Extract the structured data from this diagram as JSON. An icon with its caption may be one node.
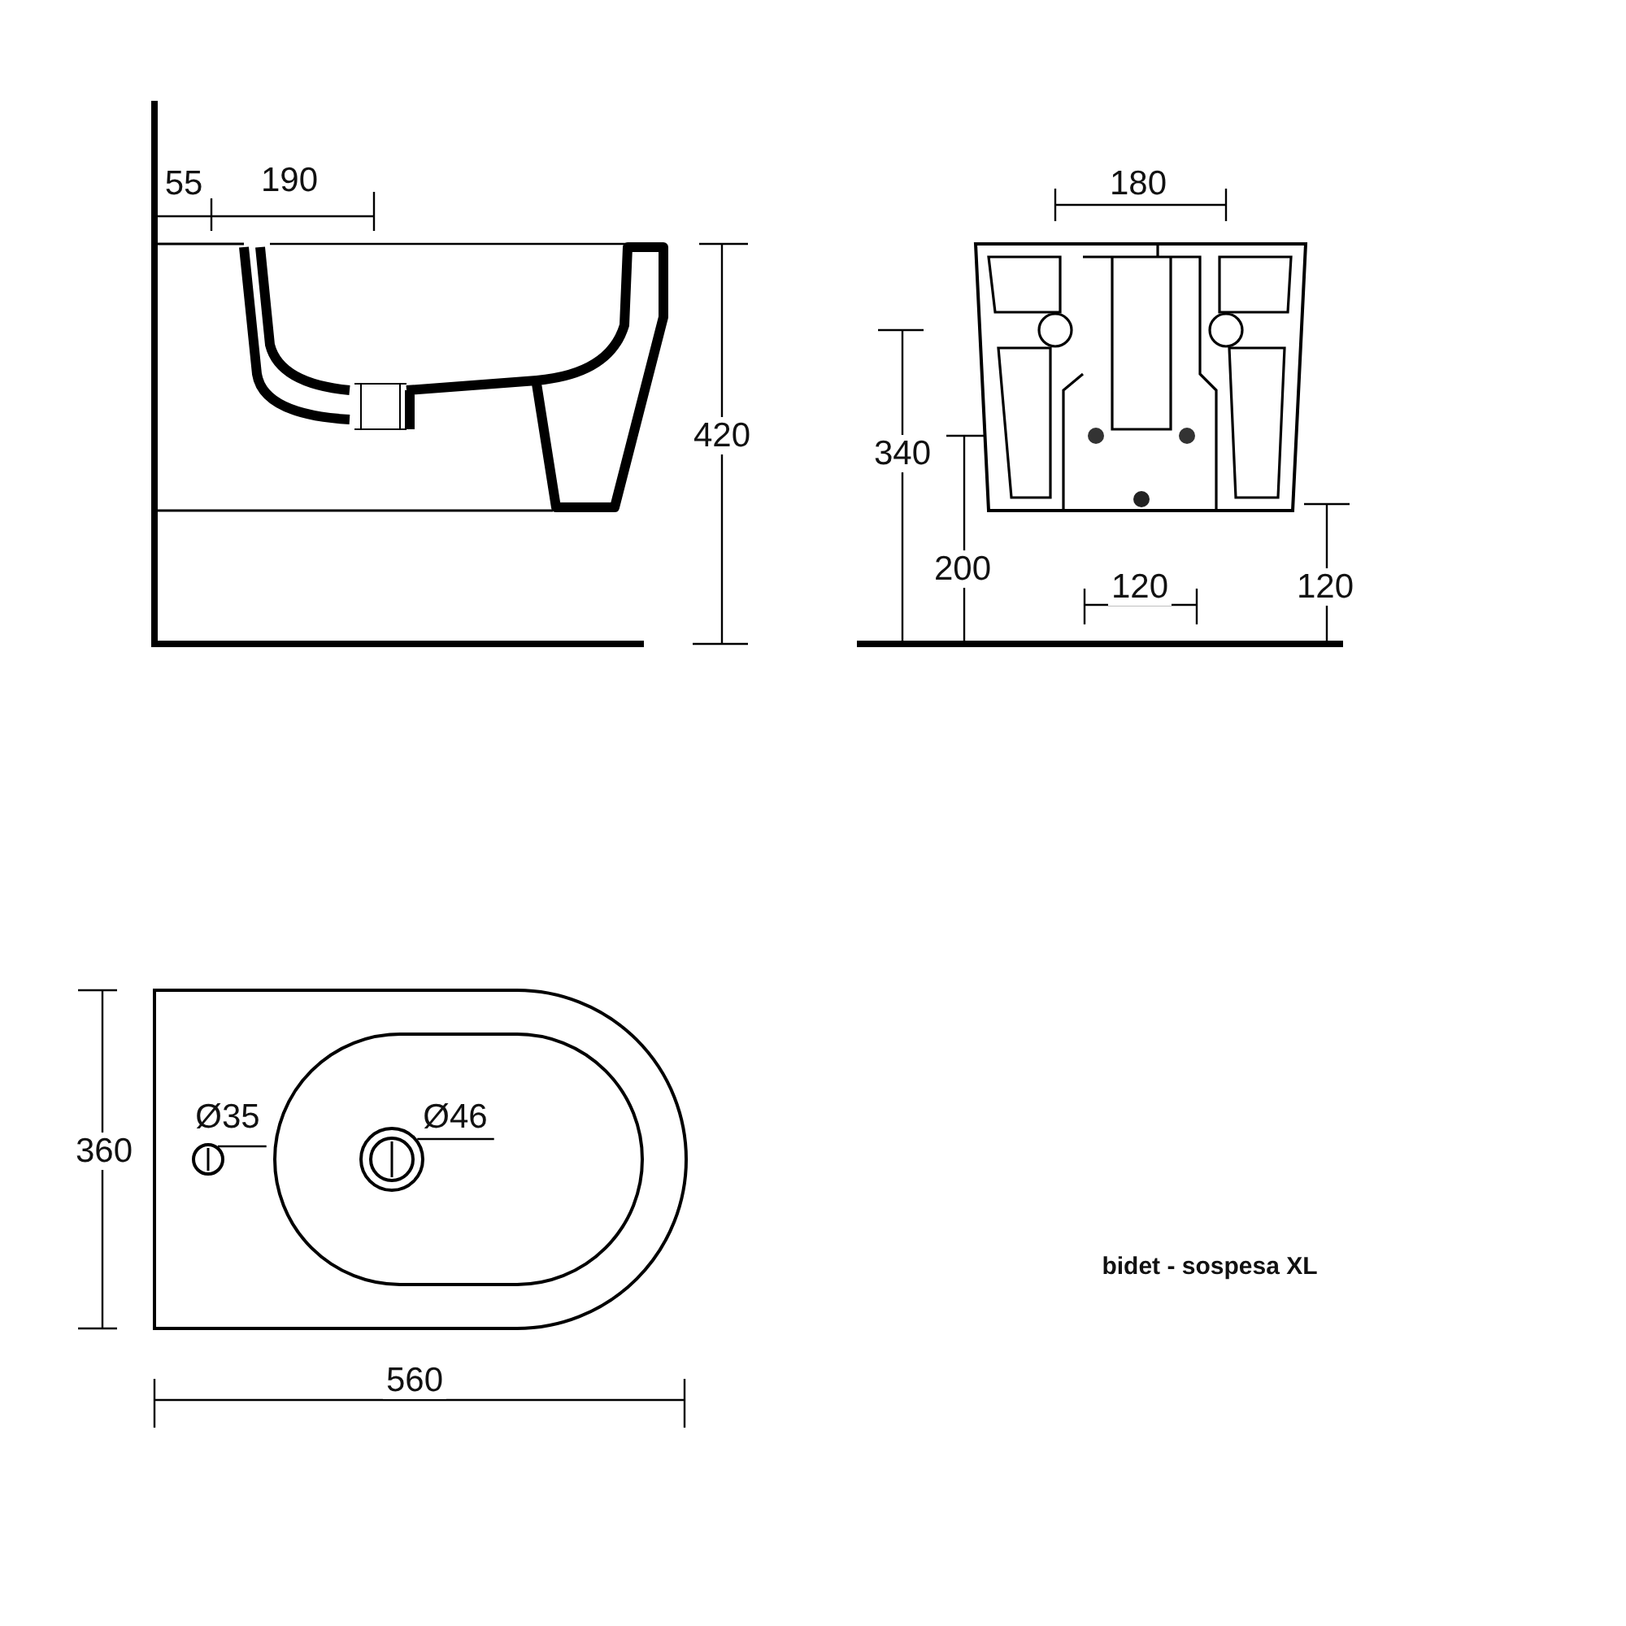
{
  "diagram": {
    "caption": "bidet - sospesa XL",
    "nodes": [
      {
        "text": [
          "Ø35"
        ]
      },
      {
        "text": [],
        "shape": "circle"
      },
      {
        "text": [
          "Ø46"
        ]
      },
      {
        "text": [],
        "shape": "circle"
      }
    ],
    "edges": [
      {
        "from": 0,
        "to": 1,
        "arrow": "none"
      },
      {
        "from": 2,
        "to": 3,
        "arrow": "none"
      }
    ],
    "labels": [
      "55",
      "190",
      "180",
      "420",
      "340",
      "200",
      "120",
      "120",
      "360",
      "560"
    ]
  }
}
